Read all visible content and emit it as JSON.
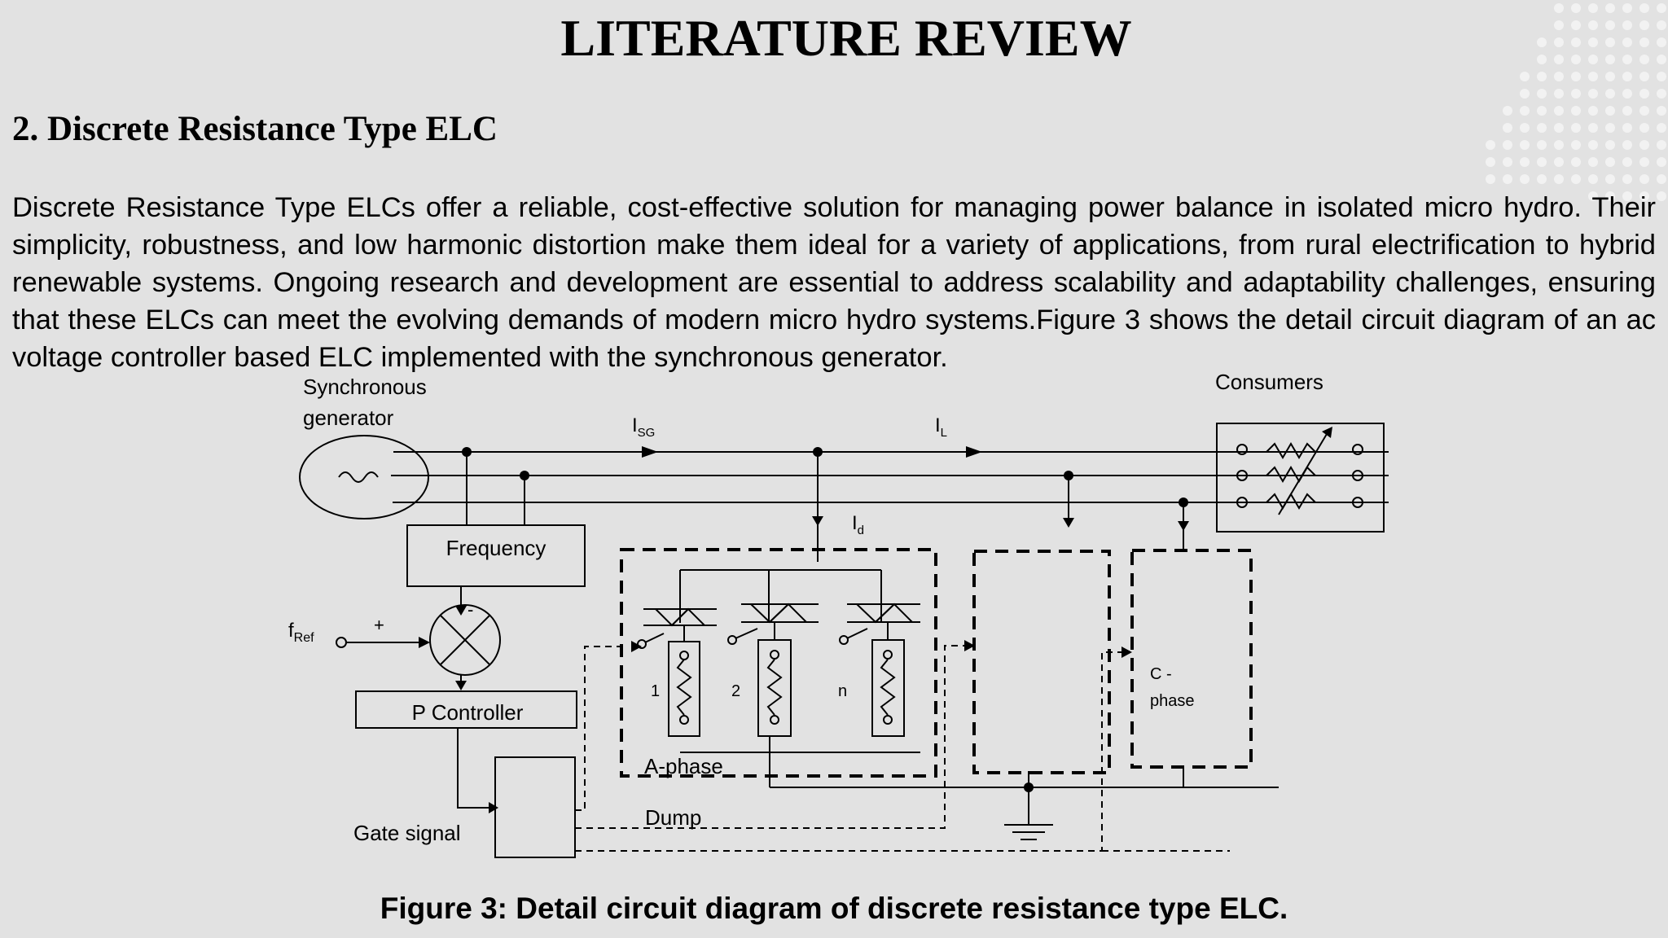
{
  "slide": {
    "title": "LITERATURE REVIEW",
    "section_heading": "2. Discrete Resistance Type ELC",
    "paragraph": "Discrete Resistance Type ELCs offer a reliable, cost-effective solution for managing power balance in isolated micro hydro. Their simplicity, robustness, and low harmonic distortion make them ideal for a variety of applications, from rural electrification to hybrid renewable systems. Ongoing research and development are essential to address scalability and adaptability challenges, ensuring that these ELCs can meet the evolving demands of modern micro hydro systems.Figure 3 shows the detail circuit diagram of an ac voltage controller based ELC implemented with the synchronous generator.",
    "caption": "Figure 3: Detail circuit diagram of discrete resistance type ELC."
  },
  "diagram": {
    "generator_label_line1": "Synchronous",
    "generator_label_line2": "generator",
    "consumers_label": "Consumers",
    "isg_label": "I",
    "isg_sub": "SG",
    "il_label": "I",
    "il_sub": "L",
    "id_label": "I",
    "id_sub": "d",
    "frequency_label": "Frequency",
    "fref_label": "f",
    "fref_sub": "Ref",
    "plus_label": "+",
    "minus_label": "-",
    "p_controller_label": "P Controller",
    "gate_signal_label": "Gate signal",
    "load_numbers": [
      "1",
      "2",
      "n"
    ],
    "a_phase_label": "A-phase",
    "c_phase_line1": "C -",
    "c_phase_line2": "phase",
    "dump_label": "Dump"
  },
  "colors": {
    "background": "#e2e2e2",
    "ink": "#000000",
    "dot_pattern": "#f2f2f2"
  }
}
